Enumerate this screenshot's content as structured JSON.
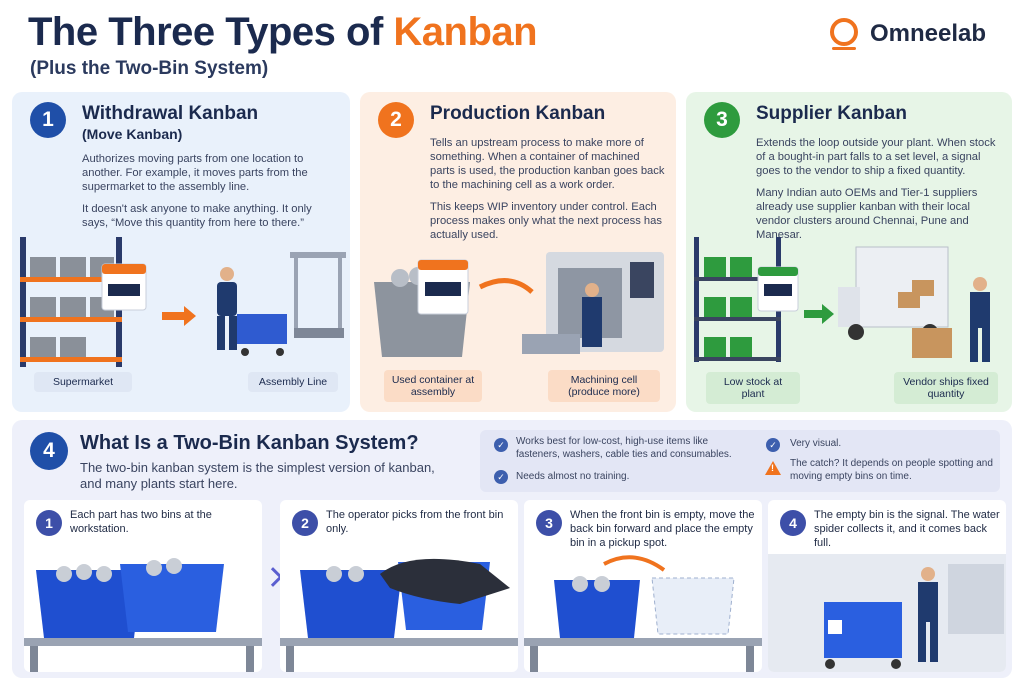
{
  "header": {
    "title_main": "The Three Types of ",
    "title_accent": "Kanban",
    "subtitle": "(Plus the Two-Bin System)",
    "brand": "Omneelab"
  },
  "colors": {
    "navy": "#1b2a4e",
    "orange": "#f0731e",
    "blue": "#1f4fa8",
    "green": "#2e9b3e"
  },
  "cards": [
    {
      "number": "1",
      "title": "Withdrawal Kanban",
      "subtitle": "(Move Kanban)",
      "paragraphs": [
        "Authorizes moving parts from one location to another. For example, it moves parts from the supermarket to the assembly line.",
        "It doesn't ask anyone to make anything. It only says, “Move this quantity from here to there.”"
      ],
      "labels": [
        "Supermarket",
        "Assembly Line"
      ]
    },
    {
      "number": "2",
      "title": "Production Kanban",
      "paragraphs": [
        "Tells an upstream process to make more of something. When a container of machined parts is used, the production kanban goes back to the machining cell as a work order.",
        "This keeps WIP inventory under control. Each process makes only what the next process has actually used."
      ],
      "labels": [
        "Used container at assembly",
        "Machining cell (produce more)"
      ]
    },
    {
      "number": "3",
      "title": "Supplier Kanban",
      "paragraphs": [
        "Extends the loop outside your plant. When stock of a bought-in part falls to a set level, a signal goes to the vendor to ship a fixed quantity.",
        "Many Indian auto OEMs and Tier-1 suppliers already use supplier kanban with their local vendor clusters around Chennai, Pune and Manesar."
      ],
      "labels": [
        "Low stock at plant",
        "Vendor ships fixed quantity"
      ]
    }
  ],
  "two_bin": {
    "number": "4",
    "title": "What Is a Two-Bin Kanban System?",
    "description": "The two-bin kanban system is the simplest version of kanban, and many plants start here.",
    "notes": [
      {
        "icon": "check-icon",
        "text": "Works best for low-cost, high-use items like fasteners, washers, cable ties and consumables."
      },
      {
        "icon": "check-icon",
        "text": "Needs almost no training."
      },
      {
        "icon": "check-icon",
        "text": "Very visual."
      },
      {
        "icon": "warning-icon",
        "text": "The catch? It depends on people spotting and moving empty bins on time."
      }
    ],
    "steps": [
      {
        "number": "1",
        "text": "Each part has two bins at the workstation."
      },
      {
        "number": "2",
        "text": "The operator picks from the front bin only."
      },
      {
        "number": "3",
        "text": "When the front bin is empty, move the back bin forward and place the empty bin in a pickup spot."
      },
      {
        "number": "4",
        "text": "The empty bin is the signal. The water spider collects it, and it comes back full."
      }
    ]
  }
}
